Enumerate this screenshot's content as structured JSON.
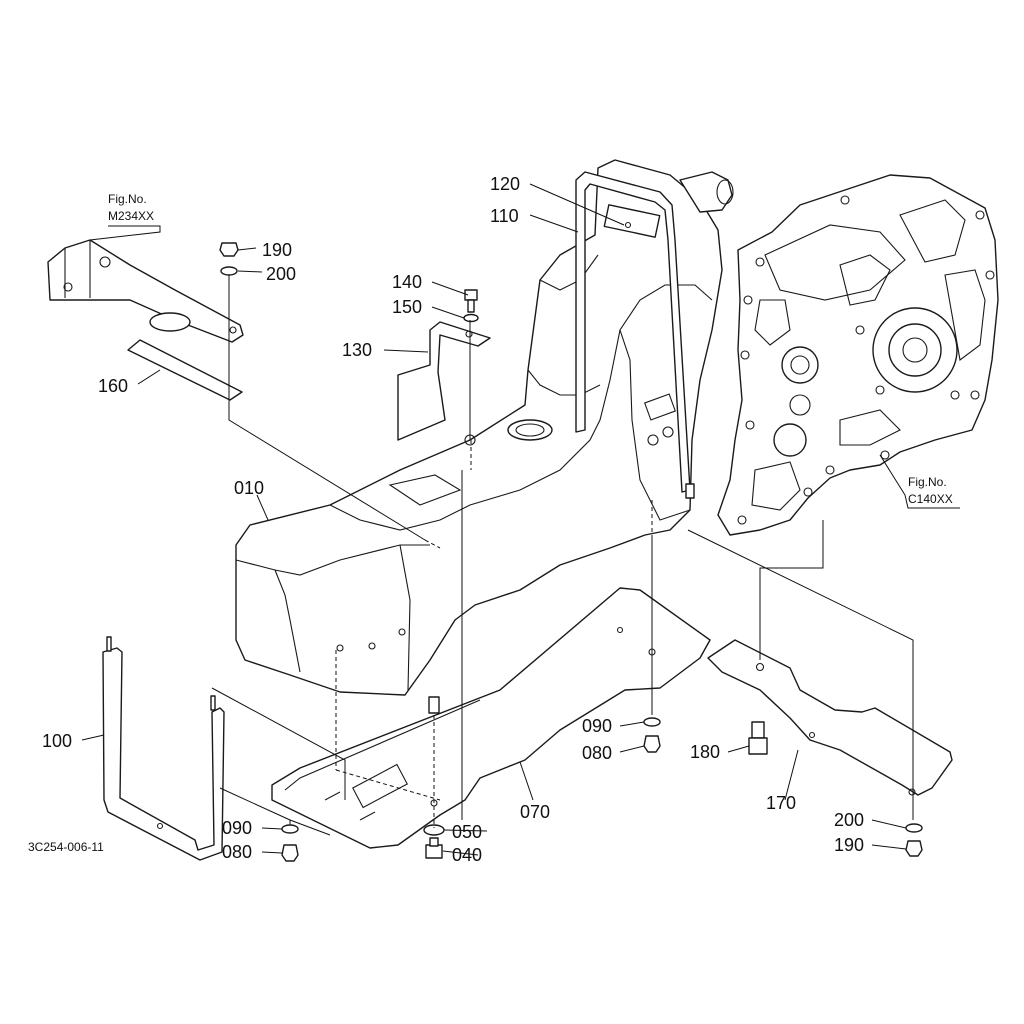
{
  "figure_refs": {
    "top_left": {
      "line1": "Fig.No.",
      "line2": "M234XX"
    },
    "right": {
      "line1": "Fig.No.",
      "line2": "C140XX"
    }
  },
  "drawing_code": "3C254-006-11",
  "callouts": {
    "p010": "010",
    "p040": "040",
    "p050": "050",
    "p070": "070",
    "p080_left": "080",
    "p080_mid": "080",
    "p090_left": "090",
    "p090_mid": "090",
    "p100": "100",
    "p110": "110",
    "p120": "120",
    "p130": "130",
    "p140": "140",
    "p150": "150",
    "p160": "160",
    "p170": "170",
    "p180": "180",
    "p190_top": "190",
    "p190_bottom": "190",
    "p200_top": "200",
    "p200_bottom": "200"
  }
}
